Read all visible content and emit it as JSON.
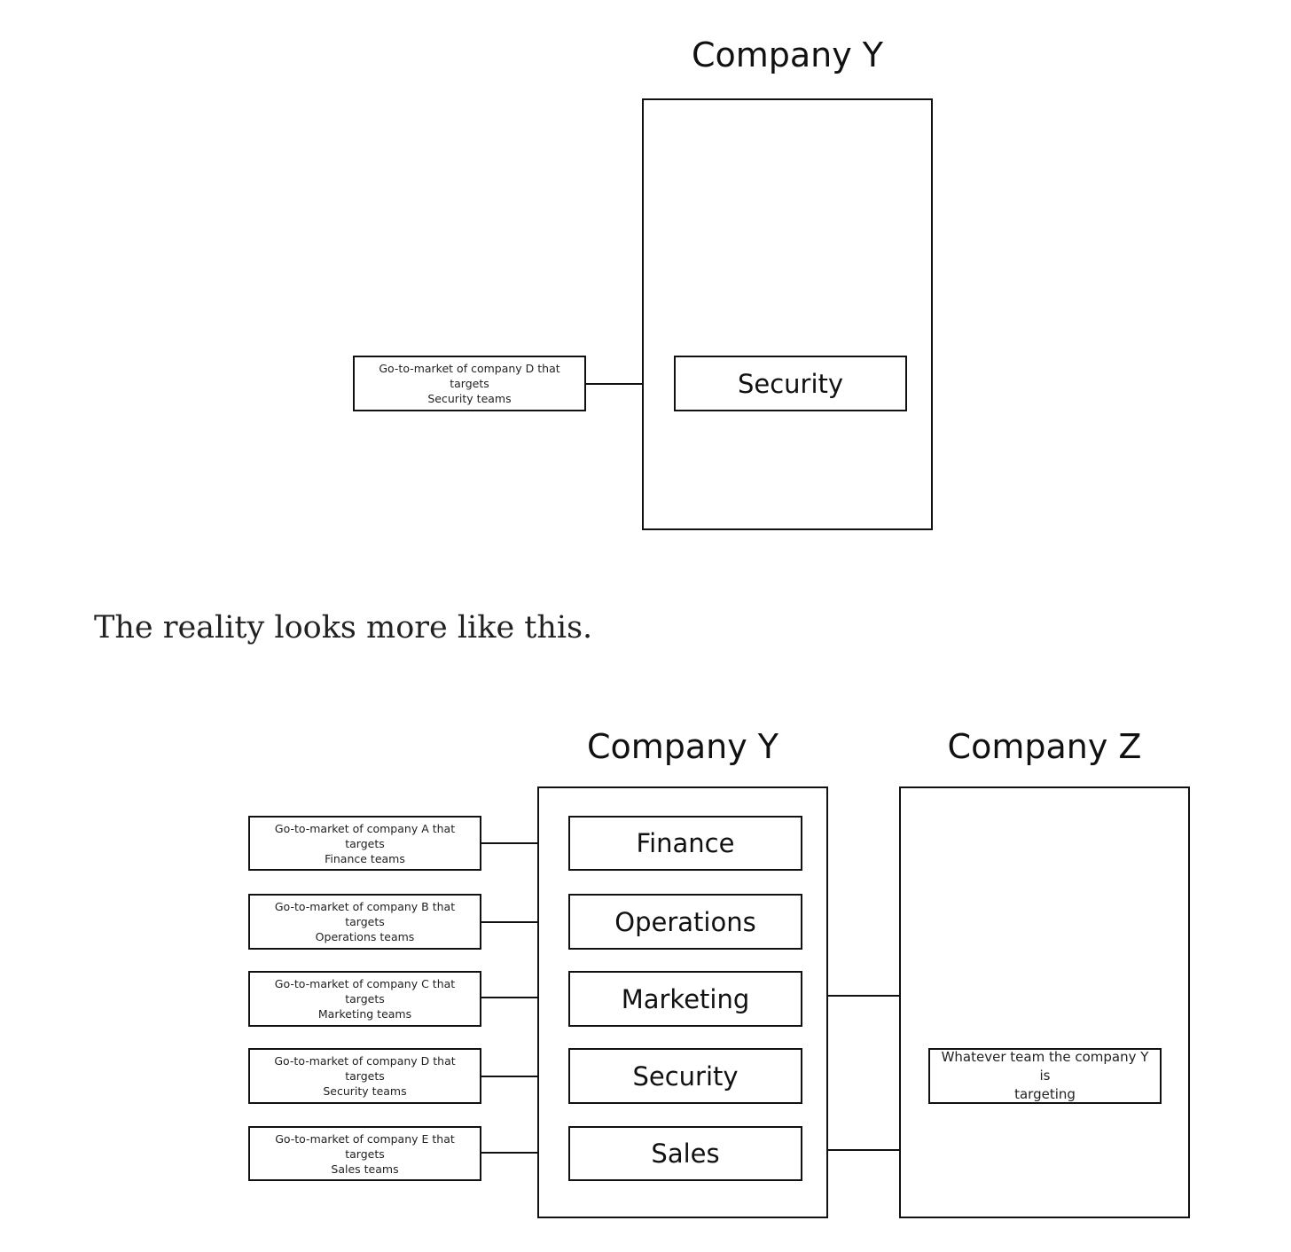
{
  "diagram_top": {
    "company_title": "Company Y",
    "department": "Security",
    "gtm_label": "Go-to-market of company D that targets\nSecurity teams"
  },
  "caption": "The reality looks more like this.",
  "diagram_bottom": {
    "company_y_title": "Company Y",
    "company_z_title": "Company Z",
    "rows": [
      {
        "gtm_label": "Go-to-market of company A that targets\nFinance teams",
        "department": "Finance"
      },
      {
        "gtm_label": "Go-to-market of company B that targets\nOperations teams",
        "department": "Operations"
      },
      {
        "gtm_label": "Go-to-market of company C that targets\nMarketing teams",
        "department": "Marketing"
      },
      {
        "gtm_label": "Go-to-market of company D that targets\nSecurity teams",
        "department": "Security"
      },
      {
        "gtm_label": "Go-to-market of company E that targets\nSales teams",
        "department": "Sales"
      }
    ],
    "target_label": "Whatever team the company Y is\ntargeting"
  }
}
